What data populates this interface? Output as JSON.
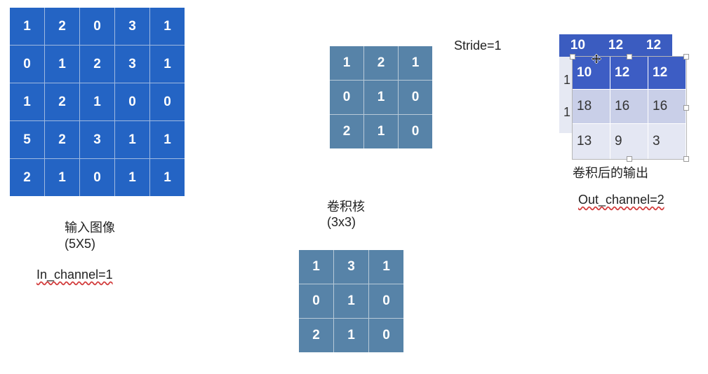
{
  "input": {
    "matrix": [
      [
        1,
        2,
        0,
        3,
        1
      ],
      [
        0,
        1,
        2,
        3,
        1
      ],
      [
        1,
        2,
        1,
        0,
        0
      ],
      [
        5,
        2,
        3,
        1,
        1
      ],
      [
        2,
        1,
        0,
        1,
        1
      ]
    ],
    "label": "输入图像",
    "size": "(5X5)",
    "in_channel": "In_channel=1"
  },
  "kernel": {
    "label": "卷积核",
    "size": "(3x3)",
    "k1": [
      [
        1,
        2,
        1
      ],
      [
        0,
        1,
        0
      ],
      [
        2,
        1,
        0
      ]
    ],
    "k2": [
      [
        1,
        3,
        1
      ],
      [
        0,
        1,
        0
      ],
      [
        2,
        1,
        0
      ]
    ]
  },
  "stride": "Stride=1",
  "output": {
    "back_header": [
      10,
      12,
      12
    ],
    "back_peek": [
      "1",
      "1"
    ],
    "front": [
      [
        10,
        12,
        12
      ],
      [
        18,
        16,
        16
      ],
      [
        13,
        9,
        3
      ]
    ],
    "label": "卷积后的输出",
    "out_channel": "Out_channel=2"
  },
  "colors": {
    "input_cell": "#2464c4",
    "kernel_cell": "#5783a8",
    "output_header": "#3d5dc4",
    "output_row_1": "#c9cfe8",
    "output_row_2": "#e4e7f3",
    "spell_underline": "#d23b3b"
  },
  "icons": [
    "move-cursor-icon"
  ]
}
